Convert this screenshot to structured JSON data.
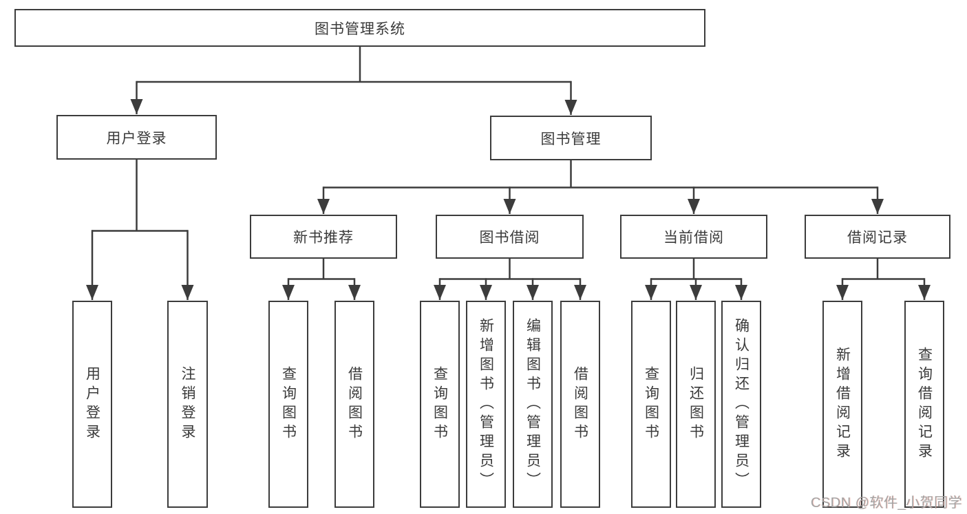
{
  "colors": {
    "line": "#3c3c3c",
    "node_border": "#3c3c3c",
    "node_background": "#ffffff",
    "text": "#3a3a3a",
    "watermark": "#a4a4a4"
  },
  "watermark": "CSDN @软件_小贺同学",
  "tree": {
    "label": "图书管理系统",
    "children": [
      {
        "label": "用户登录",
        "children": [
          {
            "label": "用户登录"
          },
          {
            "label": "注销登录"
          }
        ]
      },
      {
        "label": "图书管理",
        "children": [
          {
            "label": "新书推荐",
            "children": [
              {
                "label": "查询图书"
              },
              {
                "label": "借阅图书"
              }
            ]
          },
          {
            "label": "图书借阅",
            "children": [
              {
                "label": "查询图书"
              },
              {
                "label": "新增图书（管理员）"
              },
              {
                "label": "编辑图书（管理员）"
              },
              {
                "label": "借阅图书"
              }
            ]
          },
          {
            "label": "当前借阅",
            "children": [
              {
                "label": "查询图书"
              },
              {
                "label": "归还图书"
              },
              {
                "label": "确认归还（管理员）"
              }
            ]
          },
          {
            "label": "借阅记录",
            "children": [
              {
                "label": "新增借阅记录"
              },
              {
                "label": "查询借阅记录"
              }
            ]
          }
        ]
      }
    ]
  }
}
